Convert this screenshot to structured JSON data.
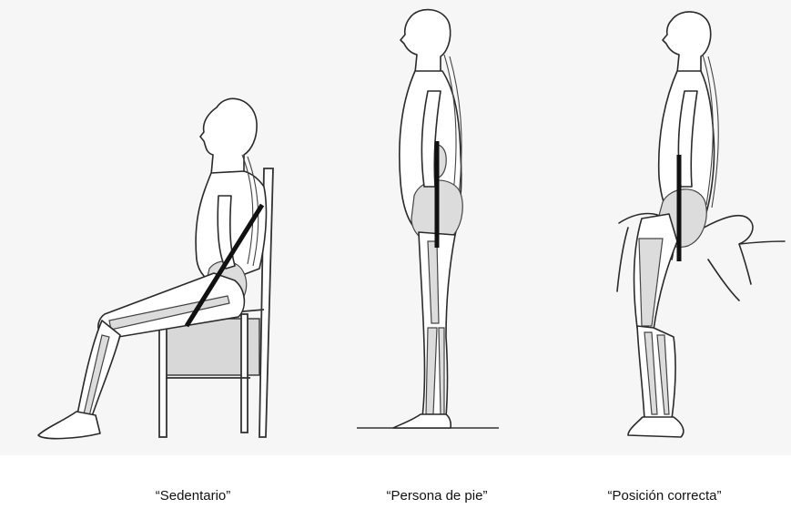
{
  "captions": {
    "sedentario": "“Sedentario”",
    "persona_de_pie": "“Persona de pie”",
    "posicion_correcta": "“Posición correcta”"
  }
}
